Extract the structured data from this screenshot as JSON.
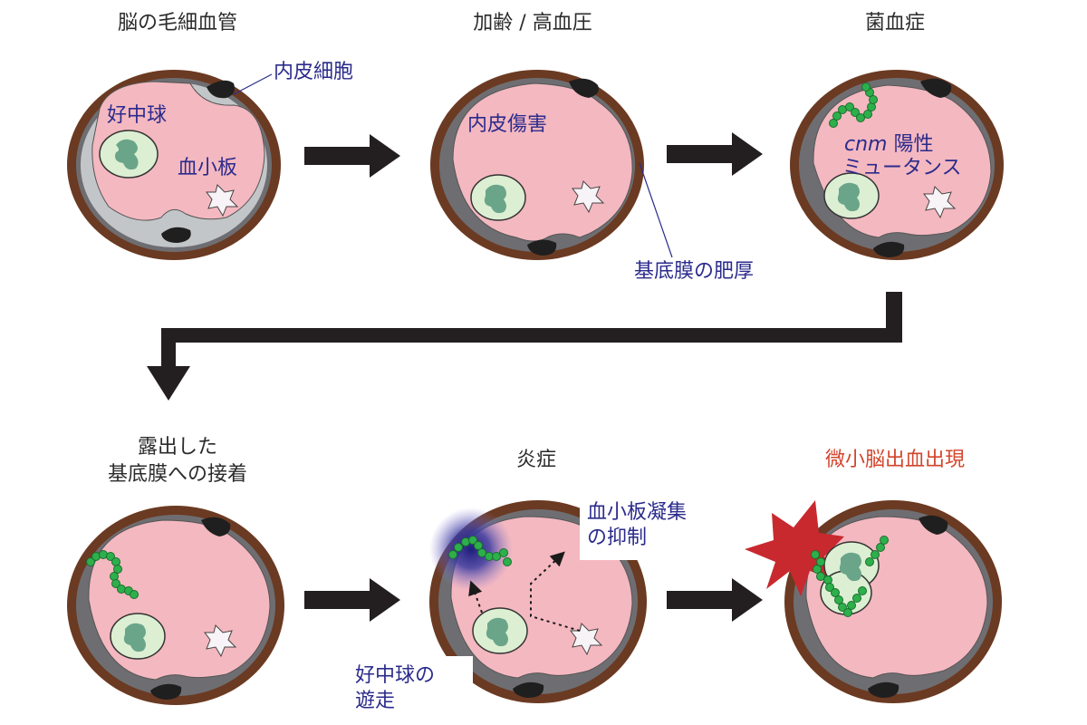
{
  "stages": {
    "s1_title": "脳の毛細血管",
    "s2_title": "加齢 / 高血圧",
    "s3_title": "菌血症",
    "s4_title_l1": "露出した",
    "s4_title_l2": "基底膜への接着",
    "s5_title": "炎症",
    "s6_title": "微小脳出血出現"
  },
  "labels": {
    "endothelial": "内皮細胞",
    "neutrophil": "好中球",
    "platelet": "血小板",
    "endo_damage": "内皮傷害",
    "basement_thick": "基底膜の肥厚",
    "cnm_italic": "cnm",
    "cnm_rest": " 陽性",
    "mutans": "ミュータンス",
    "platelet_inhib_l1": "血小板凝集",
    "platelet_inhib_l2": "の抑制",
    "neut_l1": "好中球の",
    "neut_l2": "遊走"
  },
  "colors": {
    "outer_ring": "#6b3a22",
    "lumen": "#f4b8c0",
    "endothelium": "#bfc2c4",
    "basement": "#6e6e72",
    "nucleus": "#1f1f1f",
    "neutrophil": "#dcefd2",
    "bacteria": "#2db04b",
    "label_blue": "#2b2b8c",
    "label_red": "#d2462d",
    "hemorrhage": "#c8292e",
    "inflammation": "#2a2a8c"
  }
}
